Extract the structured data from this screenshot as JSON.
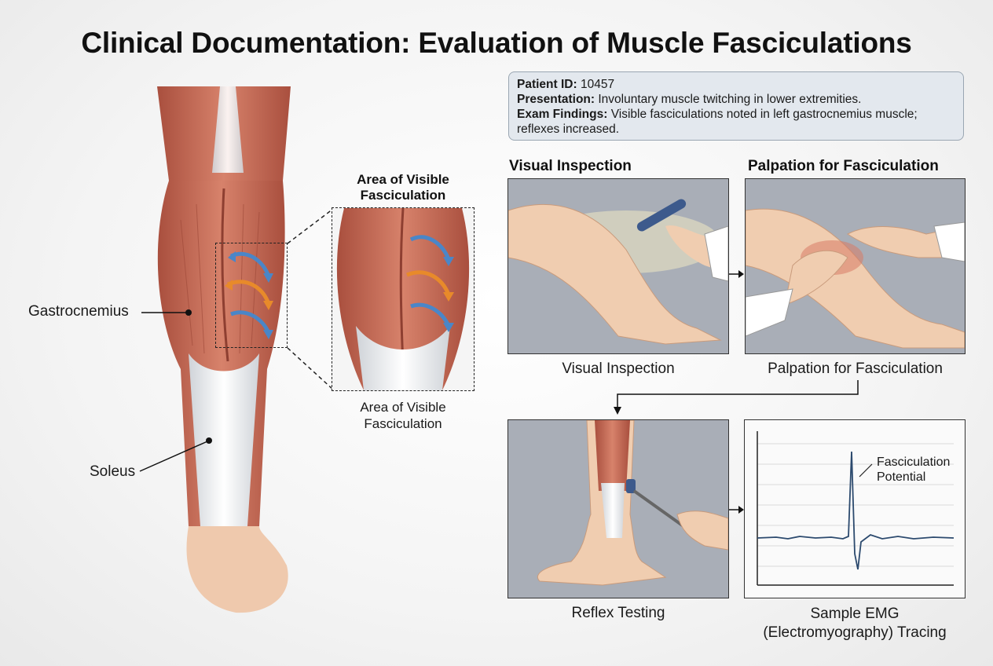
{
  "title": "Clinical Documentation: Evaluation of Muscle Fasciculations",
  "labels": {
    "gastrocnemius": "Gastrocnemius",
    "soleus": "Soleus"
  },
  "zoom": {
    "heading_line1": "Area of Visible",
    "heading_line2": "Fasciculation",
    "caption_line1": "Area of Visible",
    "caption_line2": "Fasciculation"
  },
  "patient": {
    "id_label": "Patient ID:",
    "id_value": "10457",
    "presentation_label": "Presentation:",
    "presentation_value": "Involuntary muscle twitching in lower extremities.",
    "findings_label": "Exam Findings:",
    "findings_value": "Visible fasciculations noted in left gastrocnemius muscle;",
    "findings_value2": "reflexes increased."
  },
  "panels": {
    "visual": {
      "heading": "Visual Inspection",
      "caption": "Visual Inspection"
    },
    "palpation": {
      "heading": "Palpation for Fasciculation",
      "caption": "Palpation for Fasciculation"
    },
    "reflex": {
      "caption": "Reflex Testing"
    },
    "emg": {
      "caption_line1": "Sample EMG",
      "caption_line2": "(Electromyography) Tracing",
      "annotation_line1": "Fasciculation",
      "annotation_line2": "Potential"
    }
  },
  "colors": {
    "muscle": "#c86a55",
    "tendon": "#eef0f2",
    "skin": "#f2d2b6",
    "arrow_blue": "#4a86c8",
    "arrow_orange": "#e88a2a",
    "panel_bg": "#a9aeb7"
  }
}
